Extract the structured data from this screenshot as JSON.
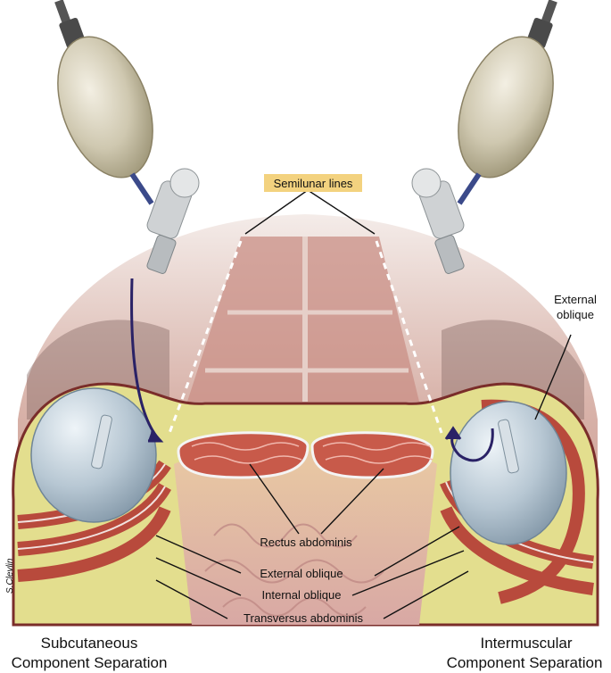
{
  "labels": {
    "semilunar": "Semilunar lines",
    "external_oblique_top": [
      "External",
      "oblique"
    ],
    "rectus": "Rectus abdominis",
    "external_oblique": "External oblique",
    "internal_oblique": "Internal oblique",
    "transversus": "Transversus abdominis"
  },
  "captions": {
    "left": [
      "Subcutaneous",
      "Component Separation"
    ],
    "right": [
      "Intermuscular",
      "Component Separation"
    ]
  },
  "signature": "S.Clevlin",
  "colors": {
    "skin": "#c9a39a",
    "fat": "#e3de8e",
    "muscle": "#b84a3c",
    "balloon": "#b9c9d6",
    "arrow": "#2a2266",
    "label_bg": "#f3d27f"
  }
}
